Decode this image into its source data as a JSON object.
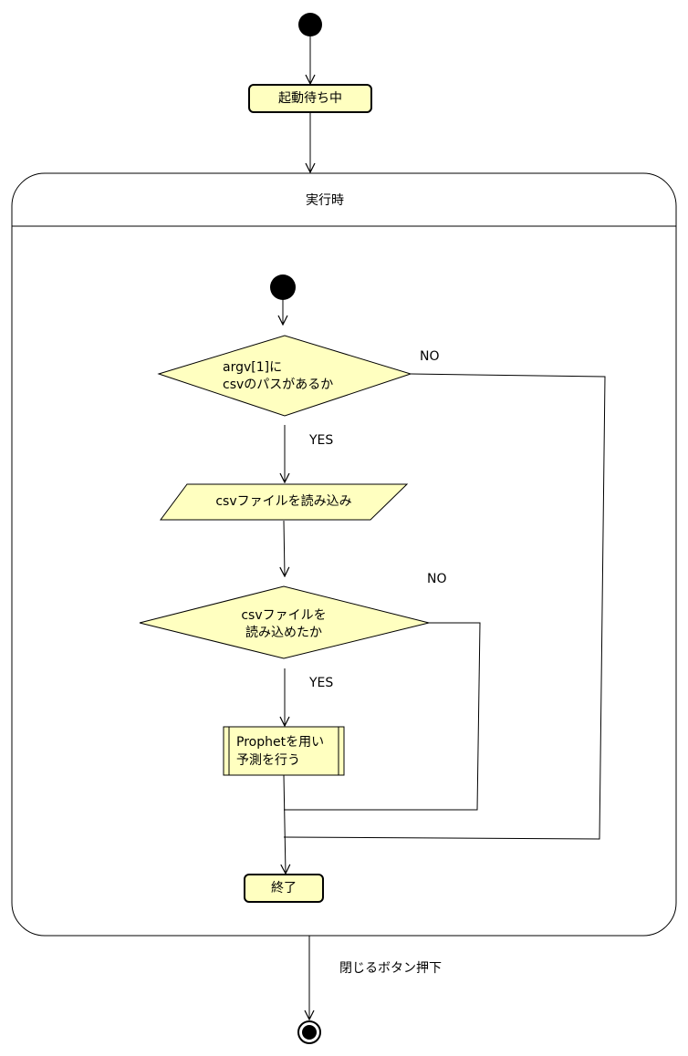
{
  "diagram": {
    "states": {
      "waiting": "起動待ち中",
      "running": "実行時",
      "end": "終了"
    },
    "decisions": {
      "has_csv_path_line1": "argv[1]に",
      "has_csv_path_line2": "csvのパスがあるか",
      "csv_loaded_line1": "csvファイルを",
      "csv_loaded_line2": "読み込めたか"
    },
    "io": {
      "read_csv": "csvファイルを読み込み"
    },
    "process": {
      "predict_line1": "Prophetを用い",
      "predict_line2": "予測を行う"
    },
    "guards": {
      "yes1": "YES",
      "no1": "NO",
      "yes2": "YES",
      "no2": "NO"
    },
    "transitions": {
      "close": "閉じるボタン押下"
    }
  },
  "colors": {
    "node_fill": "#FFFFC0",
    "stroke": "#000000",
    "background": "#FFFFFF"
  }
}
